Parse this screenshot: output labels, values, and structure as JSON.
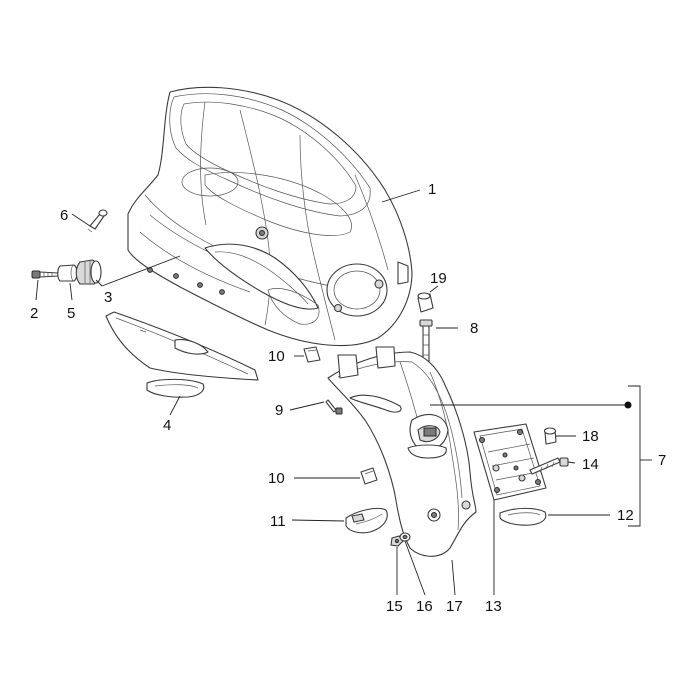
{
  "callouts": {
    "c1": "1",
    "c2": "2",
    "c3": "3",
    "c4": "4",
    "c5": "5",
    "c6": "6",
    "c7": "7",
    "c8": "8",
    "c9": "9",
    "c10a": "10",
    "c10b": "10",
    "c11": "11",
    "c12": "12",
    "c13": "13",
    "c14": "14",
    "c15": "15",
    "c16": "16",
    "c17": "17",
    "c18": "18",
    "c19": "19"
  }
}
